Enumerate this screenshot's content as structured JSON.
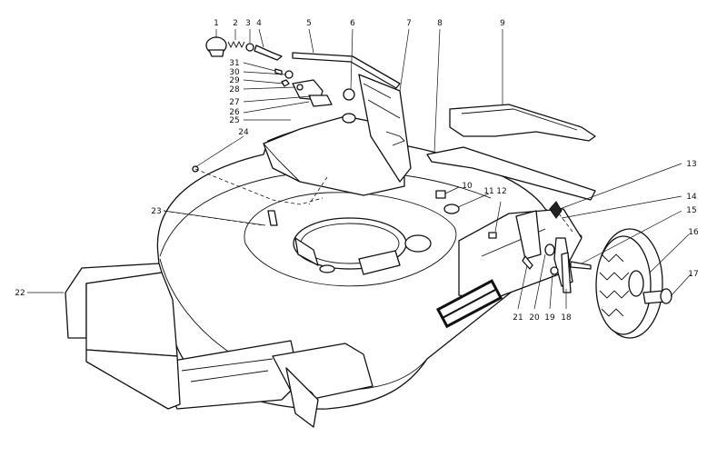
{
  "callouts": [
    {
      "label": "1"
    },
    {
      "label": "2"
    },
    {
      "label": "3"
    },
    {
      "label": "4"
    },
    {
      "label": "5"
    },
    {
      "label": "6"
    },
    {
      "label": "7"
    },
    {
      "label": "8"
    },
    {
      "label": "9"
    },
    {
      "label": "10"
    },
    {
      "label": "11"
    },
    {
      "label": "12"
    },
    {
      "label": "13"
    },
    {
      "label": "14"
    },
    {
      "label": "15"
    },
    {
      "label": "16"
    },
    {
      "label": "17"
    },
    {
      "label": "18"
    },
    {
      "label": "19"
    },
    {
      "label": "20"
    },
    {
      "label": "21"
    },
    {
      "label": "22"
    },
    {
      "label": "23"
    },
    {
      "label": "24"
    },
    {
      "label": "25"
    },
    {
      "label": "26"
    },
    {
      "label": "27"
    },
    {
      "label": "28"
    },
    {
      "label": "29"
    },
    {
      "label": "30"
    },
    {
      "label": "31"
    }
  ],
  "colors": {
    "ink": "#111111",
    "paper": "#ffffff"
  }
}
